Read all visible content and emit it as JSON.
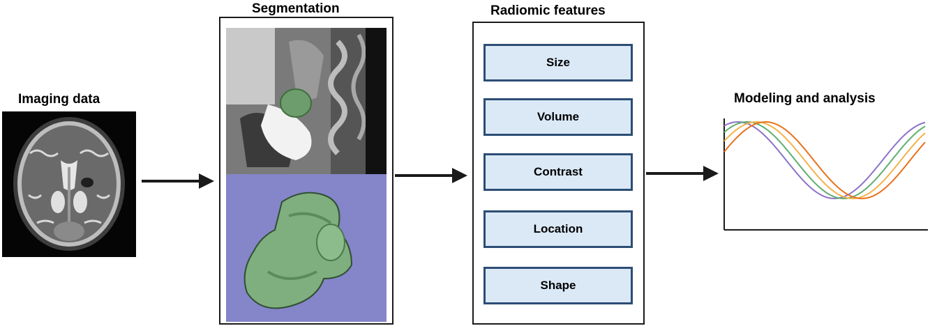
{
  "imaging": {
    "title": "Imaging data"
  },
  "segmentation": {
    "title": "Segmentation"
  },
  "radiomics": {
    "title": "Radiomic features",
    "features": [
      "Size",
      "Volume",
      "Contrast",
      "Location",
      "Shape"
    ]
  },
  "modeling": {
    "title": "Modeling and analysis"
  },
  "colors": {
    "feature_fill": "#dbe9f7",
    "feature_border": "#2c4d75",
    "render_background": "#8585c9",
    "mesh_green": "#7fae7f",
    "curve_1": "#e8711a",
    "curve_2": "#f2b24a",
    "curve_3": "#5fae6f",
    "curve_4": "#8a73c8"
  }
}
